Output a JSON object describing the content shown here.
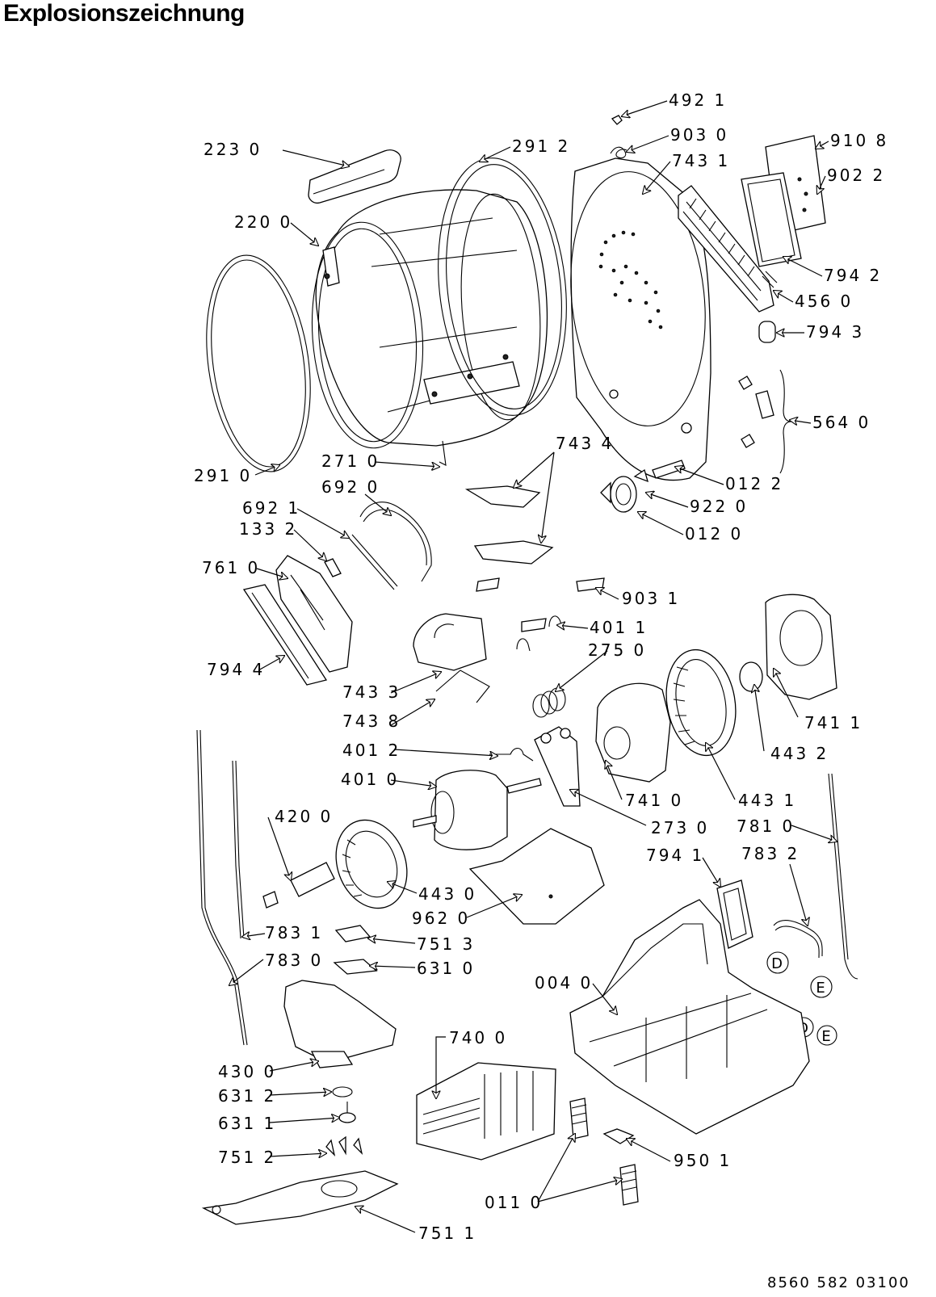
{
  "title": "Explosionszeichnung",
  "footer_code": "8560 582 03100",
  "labels": {
    "p4921": "492 1",
    "p9030": "903 0",
    "p9108": "910 8",
    "p2230": "223 0",
    "p2912": "291 2",
    "p7431": "743 1",
    "p9022": "902 2",
    "p2200": "220 0",
    "p7942": "794 2",
    "p4560": "456 0",
    "p7943": "794 3",
    "p5640": "564 0",
    "p2910": "291 0",
    "p2710": "271 0",
    "p7434": "743 4",
    "p6920": "692 0",
    "p0122": "012 2",
    "p6921": "692 1",
    "p9220": "922 0",
    "p1332": "133 2",
    "p0120": "012 0",
    "p7610": "761 0",
    "p9031": "903 1",
    "p4011": "401 1",
    "p2750": "275 0",
    "p7944": "794 4",
    "p7433": "743 3",
    "p7411": "741 1",
    "p7438": "743 8",
    "p4432": "443 2",
    "p4012": "401 2",
    "p4010": "401 0",
    "p7410": "741 0",
    "p4431": "443 1",
    "p4200": "420 0",
    "p2730": "273 0",
    "p7810": "781 0",
    "p7941": "794 1",
    "p7832": "783 2",
    "p4430": "443 0",
    "p9620": "962 0",
    "p7831": "783 1",
    "p7513": "751 3",
    "p7830": "783 0",
    "p6310": "631 0",
    "p0040": "004 0",
    "p7400": "740 0",
    "p4300": "430 0",
    "p6312": "631 2",
    "p6311": "631 1",
    "p7512": "751 2",
    "p9501": "950 1",
    "p0110": "011 0",
    "p7511": "751 1"
  },
  "circle_markers": {
    "d1": "D",
    "e1": "E",
    "d2": "D",
    "e2": "E"
  }
}
